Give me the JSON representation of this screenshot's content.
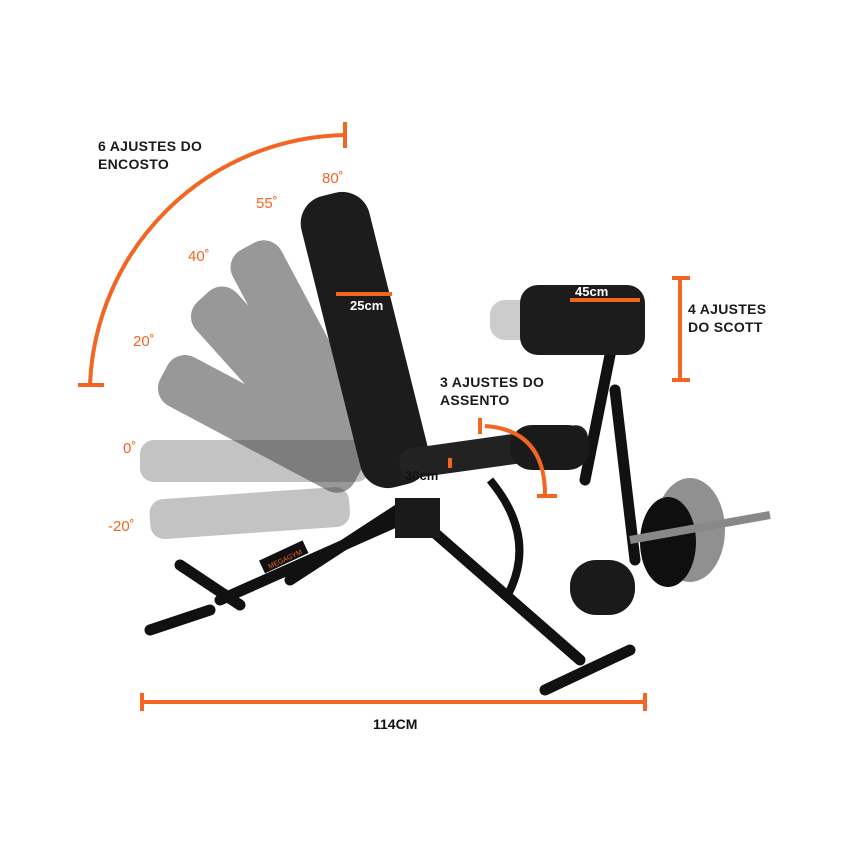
{
  "accent_color": "#f26522",
  "labels": {
    "backrest_adjust": "6 AJUSTES DO\nENCOSTO",
    "seat_adjust": "3 AJUSTES DO\nASSENTO",
    "scott_adjust": "4 AJUSTES\nDO SCOTT",
    "length": "114CM",
    "backrest_width": "25cm",
    "seat_width": "30cm",
    "scott_width": "45cm"
  },
  "angles": [
    "80˚",
    "55˚",
    "40˚",
    "20˚",
    "0˚",
    "-20˚"
  ],
  "brand": "MEGAGYM"
}
